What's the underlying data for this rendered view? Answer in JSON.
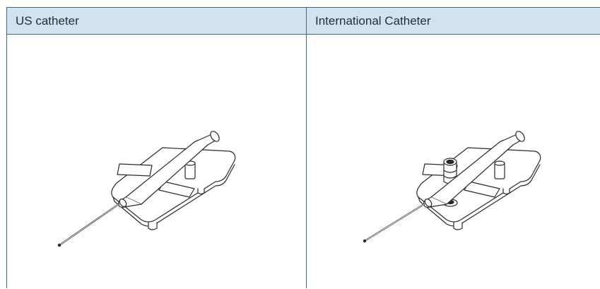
{
  "table": {
    "columns": [
      {
        "label": "US catheter",
        "image": "us-catheter-illustration"
      },
      {
        "label": "International Catheter",
        "image": "international-catheter-illustration"
      }
    ]
  },
  "colors": {
    "header_background": "#d3e3ee",
    "border": "#3d6a82",
    "line_art": "#2a2a2a"
  }
}
